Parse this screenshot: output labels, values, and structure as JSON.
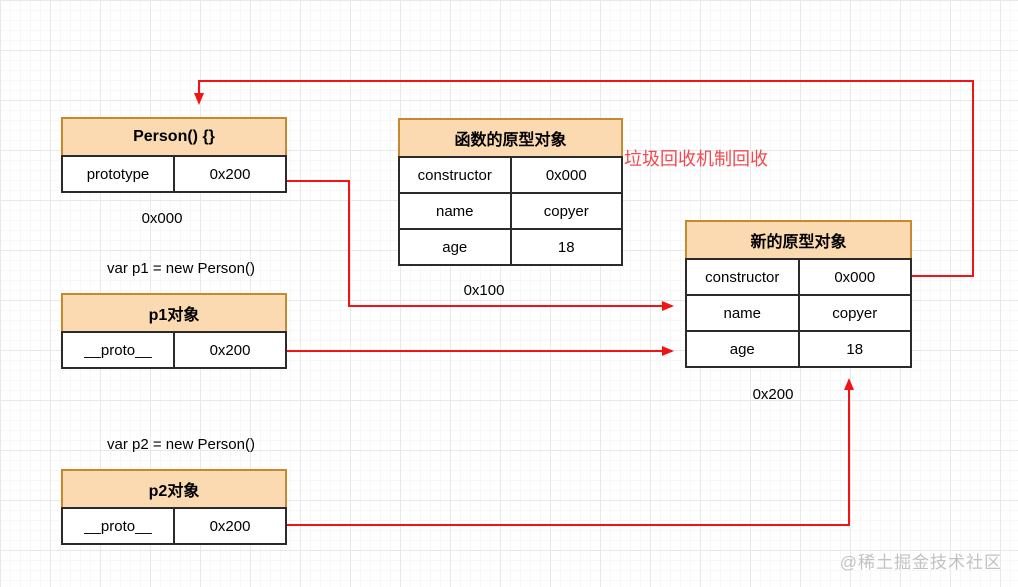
{
  "tables": {
    "person": {
      "title": "Person() {}",
      "rows": [
        [
          "prototype",
          "0x200"
        ]
      ],
      "address": "0x000"
    },
    "function_prototype": {
      "title": "函数的原型对象",
      "rows": [
        [
          "constructor",
          "0x000"
        ],
        [
          "name",
          "copyer"
        ],
        [
          "age",
          "18"
        ]
      ],
      "address": "0x100"
    },
    "new_prototype": {
      "title": "新的原型对象",
      "rows": [
        [
          "constructor",
          "0x000"
        ],
        [
          "name",
          "copyer"
        ],
        [
          "age",
          "18"
        ]
      ],
      "address": "0x200"
    },
    "p1": {
      "title": "p1对象",
      "rows": [
        [
          "__proto__",
          "0x200"
        ]
      ],
      "caption": "var p1 = new Person()"
    },
    "p2": {
      "title": "p2对象",
      "rows": [
        [
          "__proto__",
          "0x200"
        ]
      ],
      "caption": "var p2 = new Person()"
    }
  },
  "annotations": {
    "garbage_note": "垃圾回收机制回收",
    "watermark": "@稀土掘金技术社区"
  },
  "colors": {
    "arrow_red": "#f21414",
    "note_red": "#f5484e",
    "header_fill": "#fbd9b1",
    "header_border": "#c8882f",
    "cell_border": "#2b2b2b"
  }
}
